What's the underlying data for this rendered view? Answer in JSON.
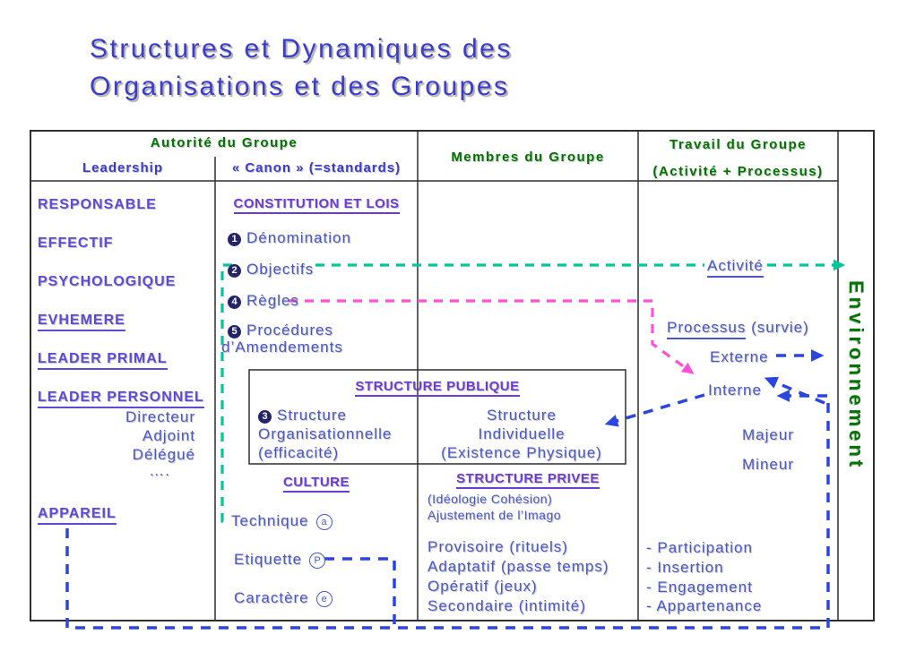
{
  "title": {
    "line1": "Structures et Dynamiques des",
    "line2": "Organisations et des Groupes"
  },
  "header": {
    "autorite": "Autorité du Groupe",
    "leadership": "Leadership",
    "canon": "« Canon » (=standards)",
    "membres": "Membres du Groupe",
    "travail_line1": "Travail du Groupe",
    "travail_line2": "(Activité + Processus)",
    "environnement": "Environnement"
  },
  "leadership": {
    "items": [
      {
        "label": "RESPONSABLE"
      },
      {
        "label": "EFFECTIF"
      },
      {
        "label": "PSYCHOLOGIQUE"
      },
      {
        "label": "EVHEMERE"
      },
      {
        "label": "LEADER PRIMAL"
      },
      {
        "label": "LEADER PERSONNEL"
      }
    ],
    "sub_items": [
      {
        "label": "Directeur"
      },
      {
        "label": "Adjoint"
      },
      {
        "label": "Délégué"
      },
      {
        "label": "…."
      }
    ],
    "appareil": "APPAREIL"
  },
  "canon": {
    "heading": "CONSTITUTION ET LOIS",
    "items": [
      {
        "num": "1",
        "label": "Dénomination"
      },
      {
        "num": "2",
        "label": "Objectifs"
      },
      {
        "num": "4",
        "label": "Règles"
      },
      {
        "num": "5",
        "label": "Procédures"
      }
    ],
    "items_continuation": "d’Amendements",
    "culture_heading": "CULTURE",
    "culture_items": [
      {
        "label": "Technique",
        "circle": "a"
      },
      {
        "label": "Etiquette",
        "circle": "P"
      },
      {
        "label": "Caractère",
        "circle": "e"
      }
    ]
  },
  "structure_publique": {
    "heading": "STRUCTURE PUBLIQUE",
    "left_num": "3",
    "left_line1": "Structure",
    "left_line2": "Organisationnelle",
    "left_line3": "(efficacité)",
    "right_line1": "Structure",
    "right_line2": "Individuelle",
    "right_line3": "(Existence Physique)"
  },
  "structure_privee": {
    "heading": "STRUCTURE PRIVEE",
    "sub1": "(Idéologie Cohésion)",
    "sub2": "Ajustement de l’Imago",
    "items": [
      {
        "label": "Provisoire (rituels)"
      },
      {
        "label": "Adaptatif (passe temps)"
      },
      {
        "label": "Opératif (jeux)"
      },
      {
        "label": "Secondaire (intimité)"
      }
    ]
  },
  "travail": {
    "activite": "Activité",
    "processus": "Processus",
    "processus_suffix": " (survie)",
    "externe": "Externe",
    "interne": "Interne",
    "majeur": "Majeur",
    "mineur": "Mineur",
    "list": [
      {
        "label": "- Participation"
      },
      {
        "label": "- Insertion"
      },
      {
        "label": "- Engagement"
      },
      {
        "label": "- Appartenance"
      }
    ]
  },
  "colors": {
    "title_blue": "#3C3CCC",
    "body_blue": "#4A57CC",
    "caps_purple": "#5B4BD8",
    "heading_purple": "#6B3BD6",
    "green": "#007300",
    "teal_arrow": "#00C49C",
    "magenta_arrow": "#FF4FD8",
    "blue_arrow": "#2B46DF",
    "border": "#2F2F2F"
  }
}
